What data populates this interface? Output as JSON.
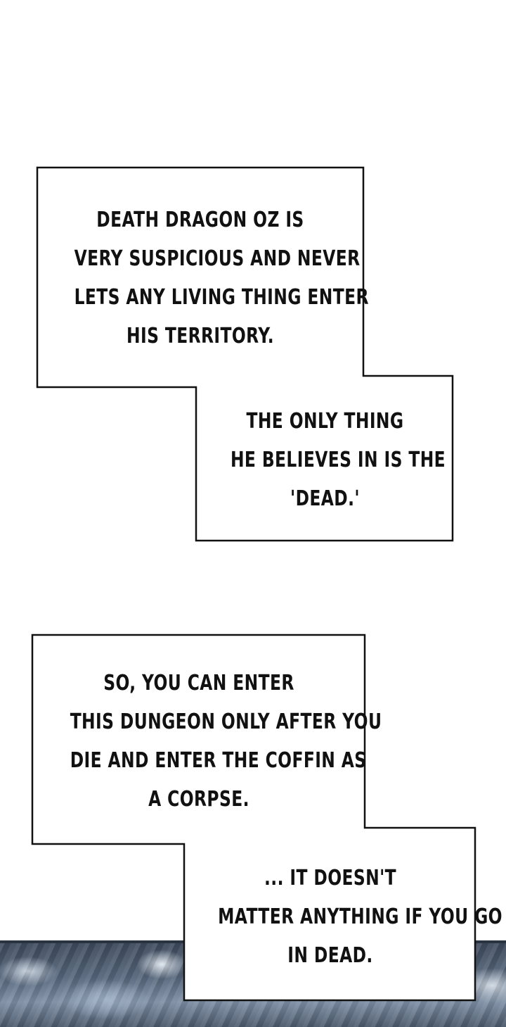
{
  "captions": [
    {
      "lines": [
        "DEATH DRAGON OZ IS",
        "VERY SUSPICIOUS AND NEVER",
        "LETS ANY LIVING THING ENTER",
        "HIS TERRITORY."
      ]
    },
    {
      "lines": [
        "THE ONLY THING",
        "HE BELIEVES IN IS THE",
        "'DEAD.'"
      ]
    },
    {
      "lines": [
        "SO, YOU CAN ENTER",
        "THIS DUNGEON ONLY AFTER YOU",
        "DIE AND ENTER THE COFFIN AS",
        "A CORPSE."
      ]
    },
    {
      "lines": [
        "... IT DOESN'T",
        "MATTER ANYTHING IF YOU GO",
        "IN DEAD."
      ]
    }
  ]
}
